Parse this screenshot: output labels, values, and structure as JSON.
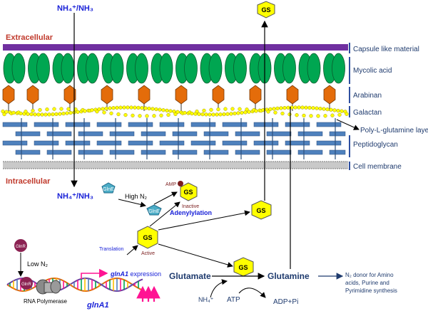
{
  "colors": {
    "capsule": "#7030a0",
    "mycolic": "#00a651",
    "arabinan": "#e46c0a",
    "galactan_bead": "#ffff00",
    "peptidoglycan": "#4f81bd",
    "gs_fill": "#ffff00",
    "glne_fill": "#4bacc6",
    "glnr_fill": "#8b2252",
    "red_label": "#c0392b",
    "blue_label": "#1f3b6e",
    "magenta": "#ff1493"
  },
  "labels": {
    "nh4_top": "NH₄⁺/NH₃",
    "nh4_mid": "NH₄⁺/NH₃",
    "extracellular": "Extracellular",
    "intracellular": "Intracellular",
    "gs": "GS",
    "glne": "GlnE",
    "glnr": "GlnR",
    "high_n2": "High N₂",
    "low_n2": "Low N₂",
    "amp": "AMP",
    "inactive": "Inactive",
    "active": "Active",
    "adenylylation": "Adenylylation",
    "translation": "Translation",
    "glna1_expression_gene": "glnA1",
    "glna1_expression_rest": " expression",
    "glna1": "glnA1",
    "rna_polymerase": "RNA Polymerase",
    "glutamate": "Glutamate",
    "glutamine": "Glutamine",
    "nh4_small": "NH₄⁺",
    "atp": "ATP",
    "adp_pi": "ADP+Pi",
    "n2_donor_1": "N₂ donor for Amino",
    "n2_donor_2": "acids, Purine and",
    "n2_donor_3": "Pyrimidine synthesis"
  },
  "layers": [
    "Capsule like material",
    "Mycolic acid",
    "Arabinan",
    "Galactan",
    "Poly-L-glutamine layer",
    "Peptidoglycan",
    "Cell membrane"
  ]
}
